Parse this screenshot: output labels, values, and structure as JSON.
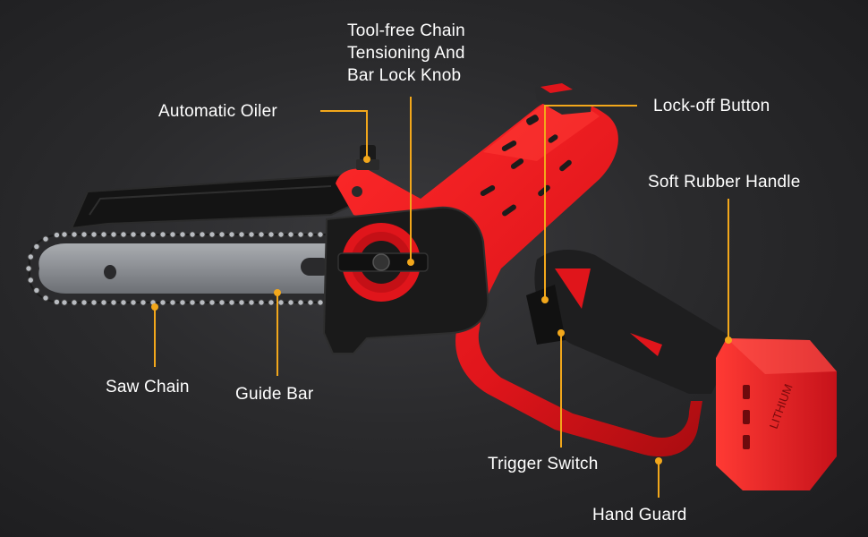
{
  "callouts": {
    "tensioning_knob": [
      "Tool-free Chain",
      "Tensioning And",
      "Bar Lock Knob"
    ],
    "automatic_oiler": "Automatic Oiler",
    "lock_off_button": "Lock-off Button",
    "soft_rubber_handle": "Soft Rubber Handle",
    "saw_chain": "Saw Chain",
    "guide_bar": "Guide Bar",
    "trigger_switch": "Trigger Switch",
    "hand_guard": "Hand Guard"
  },
  "battery_text": "LITHIUM",
  "colors": {
    "background": "#2a2a2c",
    "body_red": "#e0151b",
    "leader_line": "#f2a71b",
    "label_text": "#ffffff"
  }
}
